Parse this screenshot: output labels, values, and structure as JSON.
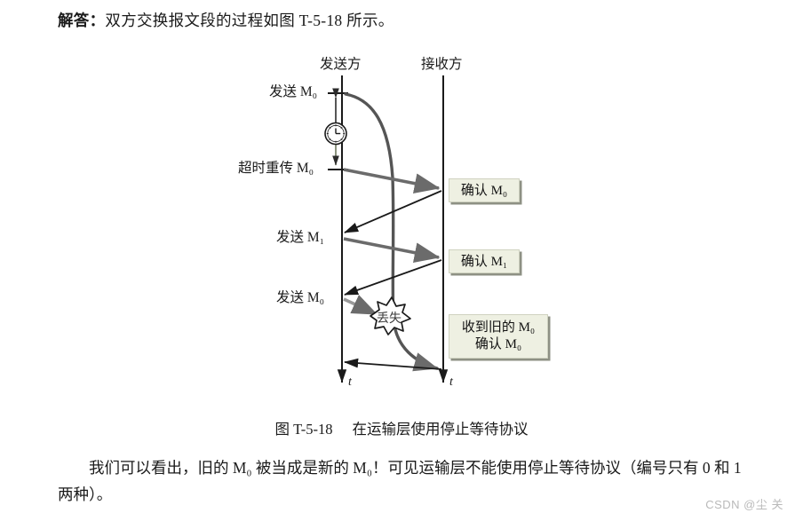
{
  "document": {
    "intro": {
      "lead": "解答：",
      "text": "双方交换报文段的过程如图 T-5-18 所示。"
    },
    "caption": {
      "figure_number": "图 T-5-18",
      "title": "在运输层使用停止等待协议"
    },
    "closing": {
      "text": "我们可以看出，旧的 M₀ 被当成是新的 M₀！可见运输层不能使用停止等待协议（编号只有 0 和 1 两种）。"
    },
    "watermark": "CSDN @尘 关"
  },
  "figure": {
    "lifelines": [
      {
        "id": "sender",
        "label": "发送方",
        "axis_label": "t"
      },
      {
        "id": "receiver",
        "label": "接收方",
        "axis_label": "t"
      }
    ],
    "left_labels": [
      {
        "id": "send-m0-first",
        "text": "发送 M₀"
      },
      {
        "id": "retransmit-m0",
        "text": "超时重传 M₀"
      },
      {
        "id": "send-m1",
        "text": "发送 M₁"
      },
      {
        "id": "send-m0-second",
        "text": "发送 M₀"
      }
    ],
    "timer": {
      "icon": "clock-icon",
      "description": "超时计时器"
    },
    "loss": {
      "label": "丢失",
      "icon": "burst-icon"
    },
    "boxes": [
      {
        "id": "ack-m0",
        "lines": [
          "确认 M₀"
        ]
      },
      {
        "id": "ack-m1",
        "lines": [
          "确认 M₁"
        ]
      },
      {
        "id": "old-m0-recv",
        "lines": [
          "收到旧的 M₀",
          "确认 M₀"
        ]
      }
    ],
    "colors": {
      "data_arrow": "#6b6b6b",
      "ack_arrow": "#1a1a1a",
      "lifeline": "#1a1a1a",
      "box_fill": "#eef0e2",
      "box_shadow": "#8e9184",
      "timer_line": "#6f7a5f"
    }
  }
}
